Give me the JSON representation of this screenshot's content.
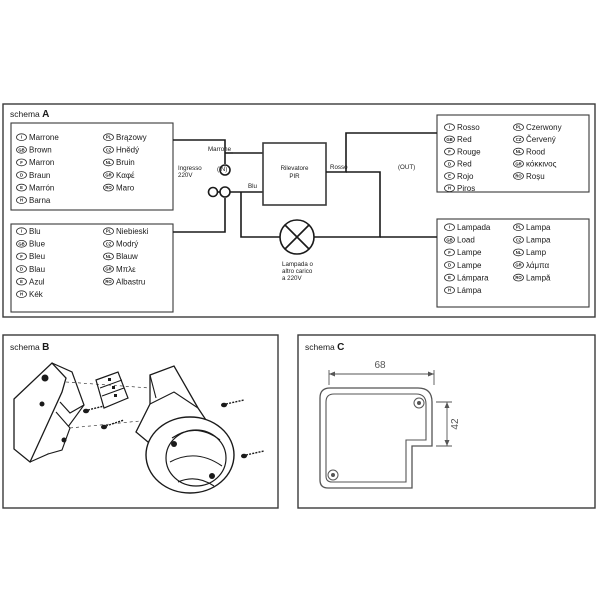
{
  "schema_a": {
    "title_prefix": "schema",
    "letter": "A",
    "brown_list": {
      "col1": [
        {
          "code": "I",
          "text": "Marrone"
        },
        {
          "code": "GB",
          "text": "Brown"
        },
        {
          "code": "F",
          "text": "Marron"
        },
        {
          "code": "D",
          "text": "Braun"
        },
        {
          "code": "E",
          "text": "Marrón"
        },
        {
          "code": "H",
          "text": "Barna"
        }
      ],
      "col2": [
        {
          "code": "PL",
          "text": "Brązowy"
        },
        {
          "code": "CZ",
          "text": "Hnědý"
        },
        {
          "code": "NL",
          "text": "Bruin"
        },
        {
          "code": "GR",
          "text": "Καφέ"
        },
        {
          "code": "RO",
          "text": "Maro"
        }
      ]
    },
    "blue_list": {
      "col1": [
        {
          "code": "I",
          "text": "Blu"
        },
        {
          "code": "GB",
          "text": "Blue"
        },
        {
          "code": "F",
          "text": "Bleu"
        },
        {
          "code": "D",
          "text": "Blau"
        },
        {
          "code": "E",
          "text": "Azul"
        },
        {
          "code": "H",
          "text": "Kék"
        }
      ],
      "col2": [
        {
          "code": "PL",
          "text": "Niebieski"
        },
        {
          "code": "CZ",
          "text": "Modrý"
        },
        {
          "code": "NL",
          "text": "Blauw"
        },
        {
          "code": "GR",
          "text": "Μπλε"
        },
        {
          "code": "RO",
          "text": "Albastru"
        }
      ]
    },
    "red_list": {
      "col1": [
        {
          "code": "I",
          "text": "Rosso"
        },
        {
          "code": "GB",
          "text": "Red"
        },
        {
          "code": "F",
          "text": "Rouge"
        },
        {
          "code": "D",
          "text": "Red"
        },
        {
          "code": "E",
          "text": "Rojo"
        },
        {
          "code": "H",
          "text": "Piros"
        }
      ],
      "col2": [
        {
          "code": "PL",
          "text": "Czerwony"
        },
        {
          "code": "CZ",
          "text": "Červený"
        },
        {
          "code": "NL",
          "text": "Rood"
        },
        {
          "code": "GR",
          "text": "κόκκινος"
        },
        {
          "code": "RO",
          "text": "Roșu"
        }
      ]
    },
    "lamp_list": {
      "col1": [
        {
          "code": "I",
          "text": "Lampada"
        },
        {
          "code": "GB",
          "text": "Load"
        },
        {
          "code": "F",
          "text": "Lampe"
        },
        {
          "code": "D",
          "text": "Lampe"
        },
        {
          "code": "E",
          "text": "Lámpara"
        },
        {
          "code": "H",
          "text": "Lámpa"
        }
      ],
      "col2": [
        {
          "code": "PL",
          "text": "Lampa"
        },
        {
          "code": "CZ",
          "text": "Lampa"
        },
        {
          "code": "NL",
          "text": "Lamp"
        },
        {
          "code": "GR",
          "text": "λάμπα"
        },
        {
          "code": "RO",
          "text": "Lampă"
        }
      ]
    },
    "wiring": {
      "marrone": "Marrone",
      "blu": "Blu",
      "rosso": "Rosso",
      "in": "(IN)",
      "out": "(OUT)",
      "ingresso_line1": "Ingresso",
      "ingresso_line2": "220V",
      "pir_line1": "Rilevatore",
      "pir_line2": "PIR",
      "lamp_line1": "Lampada o",
      "lamp_line2": "altro carico",
      "lamp_line3": "a 220V"
    }
  },
  "schema_b": {
    "title_prefix": "schema",
    "letter": "B"
  },
  "schema_c": {
    "title_prefix": "schema",
    "letter": "C",
    "width_label": "68",
    "height_label": "42"
  }
}
